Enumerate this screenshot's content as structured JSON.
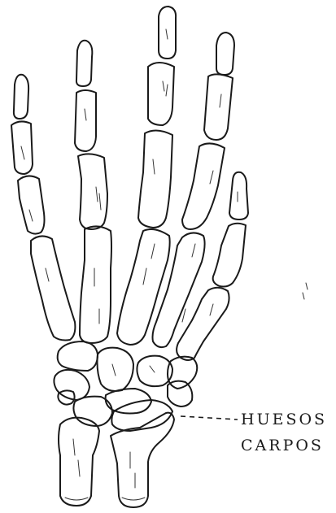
{
  "figure": {
    "subject": "hand-skeleton",
    "ink_color": "#1a1a1a",
    "background_color": "#ffffff"
  },
  "annotation": {
    "line1": "HUESOS",
    "line2": "CARPOS"
  }
}
